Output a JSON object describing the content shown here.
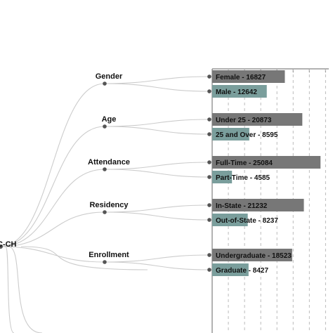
{
  "chart_data": {
    "type": "bar",
    "root": {
      "label": "C-CH"
    },
    "groups": [
      {
        "name": "Gender",
        "bars": [
          {
            "category": "Female",
            "value": 16827,
            "label": "Female - 16827"
          },
          {
            "category": "Male",
            "value": 12642,
            "label": "Male - 12642"
          }
        ]
      },
      {
        "name": "Age",
        "bars": [
          {
            "category": "Under 25",
            "value": 20873,
            "label": "Under 25 - 20873"
          },
          {
            "category": "25 and Over",
            "value": 8595,
            "label": "25 and Over - 8595"
          }
        ]
      },
      {
        "name": "Attendance",
        "bars": [
          {
            "category": "Full-Time",
            "value": 25084,
            "label": "Full-Time - 25084"
          },
          {
            "category": "Part-Time",
            "value": 4585,
            "label": "Part-Time - 4585"
          }
        ]
      },
      {
        "name": "Residency",
        "bars": [
          {
            "category": "In-State",
            "value": 21232,
            "label": "In-State - 21232"
          },
          {
            "category": "Out-of-State",
            "value": 8237,
            "label": "Out-of-State - 8237"
          }
        ]
      },
      {
        "name": "Enrollment",
        "bars": [
          {
            "category": "Undergraduate",
            "value": 18523,
            "label": "Undergraduate - 18523"
          },
          {
            "category": "Graduate",
            "value": 8427,
            "label": "Graduate - 8427"
          }
        ]
      }
    ],
    "xlim": [
      0,
      27000
    ],
    "grid": true,
    "colors": {
      "primary_bar": "#777777",
      "secondary_bar": "#7a9e9c",
      "link": "#cccccc",
      "node": "#555555"
    }
  }
}
